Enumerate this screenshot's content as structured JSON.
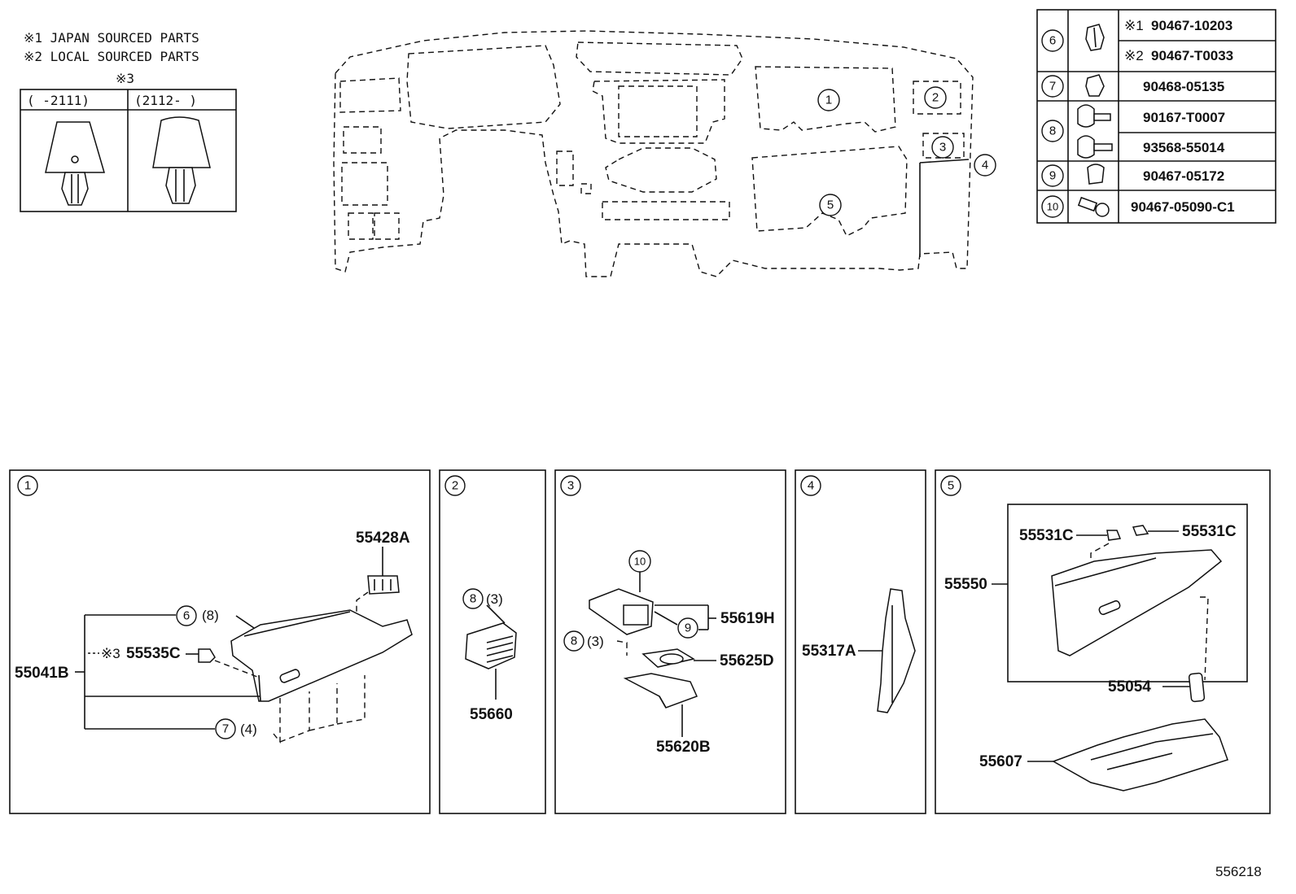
{
  "notes": {
    "n1": "※1  JAPAN SOURCED PARTS",
    "n2": "※2  LOCAL SOURCED PARTS",
    "n3": "※3",
    "col_left": "(     -2111)",
    "col_right": "(2112-     )"
  },
  "parts_table": [
    {
      "ref": "6",
      "rows": [
        {
          "mark": "※1",
          "part": "90467-10203"
        },
        {
          "mark": "※2",
          "part": "90467-T0033"
        }
      ]
    },
    {
      "ref": "7",
      "rows": [
        {
          "mark": "",
          "part": "90468-05135"
        }
      ]
    },
    {
      "ref": "8",
      "rows": [
        {
          "mark": "",
          "part": "90167-T0007"
        },
        {
          "mark": "",
          "part": "93568-55014"
        }
      ]
    },
    {
      "ref": "9",
      "rows": [
        {
          "mark": "",
          "part": "90467-05172"
        }
      ]
    },
    {
      "ref": "10",
      "rows": [
        {
          "mark": "",
          "part": "90467-05090-C1"
        }
      ]
    }
  ],
  "overview_callouts": [
    "1",
    "2",
    "3",
    "4",
    "5"
  ],
  "panels": {
    "p1": {
      "ref": "1",
      "labels": {
        "a": "55428A",
        "b": "55041B",
        "c": "55535C",
        "mark": "※3",
        "clip6": "6",
        "qty6": "(8)",
        "clip7": "7",
        "qty7": "(4)"
      }
    },
    "p2": {
      "ref": "2",
      "labels": {
        "a": "55660",
        "clip8": "8",
        "qty8": "(3)"
      }
    },
    "p3": {
      "ref": "3",
      "labels": {
        "a": "55619H",
        "b": "55625D",
        "c": "55620B",
        "clip10": "10",
        "clip9": "9",
        "clip8": "8",
        "qty8": "(3)"
      }
    },
    "p4": {
      "ref": "4",
      "labels": {
        "a": "55317A"
      }
    },
    "p5": {
      "ref": "5",
      "labels": {
        "a": "55531C",
        "b": "55531C",
        "c": "55550",
        "d": "55054",
        "e": "55607"
      }
    }
  },
  "figure_id": "556218",
  "icons": [
    "clip-icon",
    "screw-icon",
    "rivet-icon",
    "glove-box-icon",
    "vent-icon",
    "cup-holder-icon"
  ]
}
